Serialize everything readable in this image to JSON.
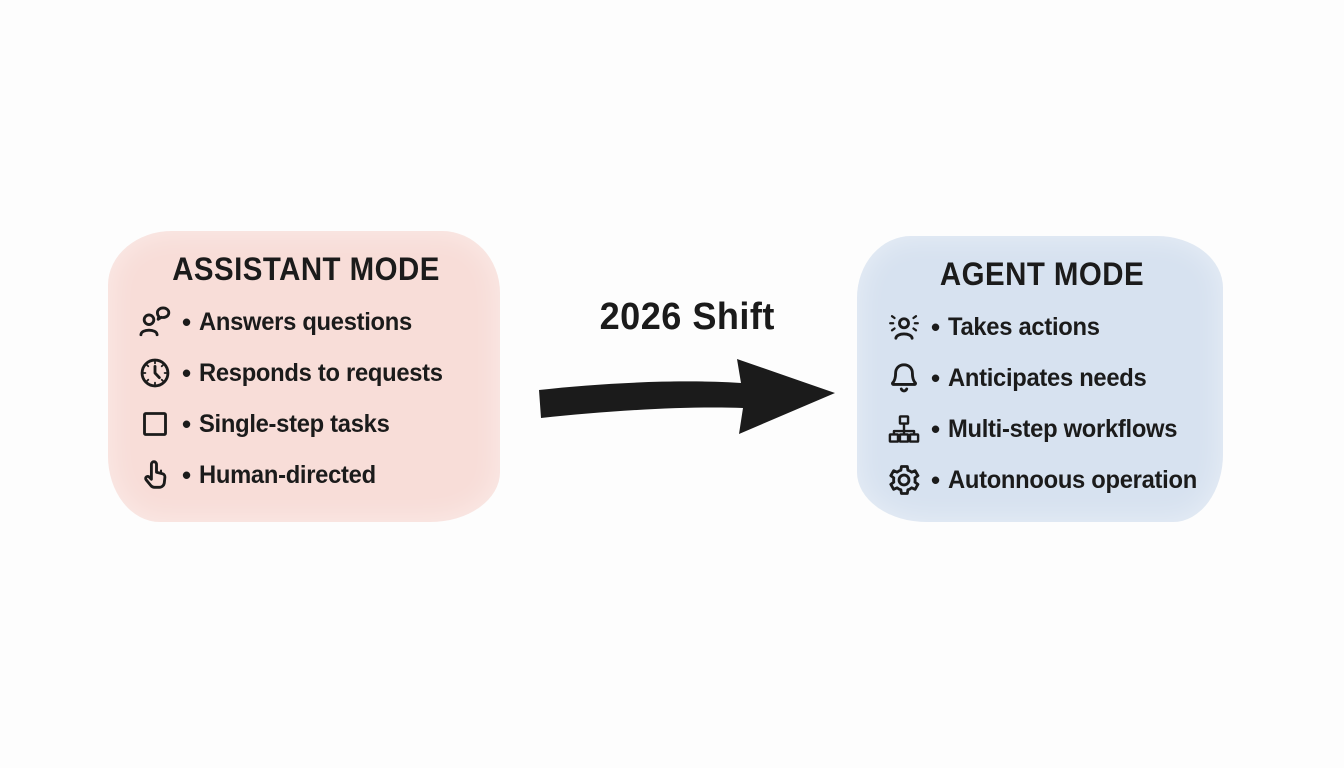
{
  "center": {
    "shift_label": "2026 Shift"
  },
  "left_card": {
    "title": "ASSISTANT MODE",
    "items": [
      {
        "icon": "person-chat-icon",
        "label": "Answers questions"
      },
      {
        "icon": "clock-icon",
        "label": "Responds to requests"
      },
      {
        "icon": "square-icon",
        "label": "Single-step tasks"
      },
      {
        "icon": "pointing-hand-icon",
        "label": "Human-directed"
      }
    ]
  },
  "right_card": {
    "title": "AGENT MODE",
    "items": [
      {
        "icon": "active-person-icon",
        "label": "Takes actions"
      },
      {
        "icon": "bell-icon",
        "label": "Anticipates needs"
      },
      {
        "icon": "org-chart-icon",
        "label": "Multi-step workflows"
      },
      {
        "icon": "gear-icon",
        "label": "Autonnoous operation"
      }
    ]
  },
  "ui": {
    "bullet": "•"
  },
  "colors": {
    "ink": "#1b1b1b",
    "left_bg": "#f8ddd8",
    "right_bg": "#d7e2f0",
    "page_bg": "#fdfdfd"
  }
}
